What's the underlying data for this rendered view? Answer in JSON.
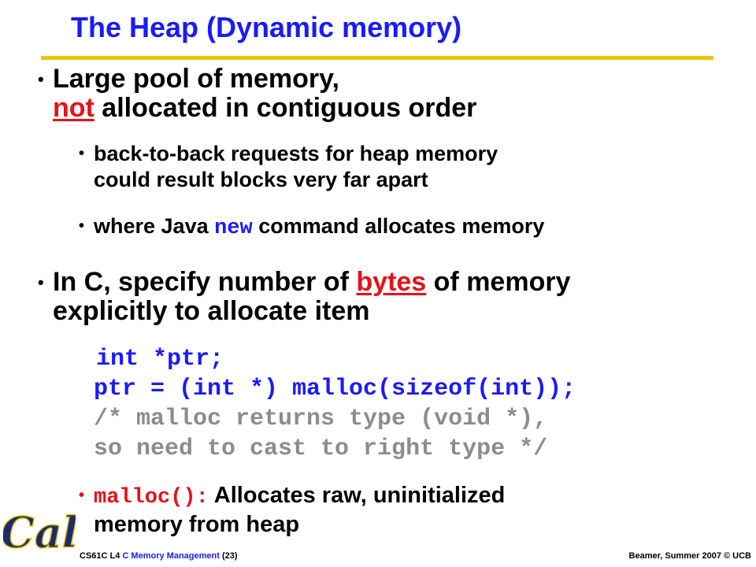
{
  "title": "The Heap (Dynamic memory)",
  "bullet1": {
    "line1": "Large pool of memory,",
    "line2_red": "not",
    "line2_rest": " allocated in contiguous order"
  },
  "sub1": {
    "line1": "back-to-back requests for heap memory",
    "line2": "could result blocks very far apart"
  },
  "sub2": {
    "pre": "where Java ",
    "code": "new",
    "post": " command allocates memory"
  },
  "bullet2": {
    "line1_pre": "In C, specify number of ",
    "line1_red": "bytes",
    "line1_post": " of memory",
    "line2": "explicitly to allocate item"
  },
  "code": {
    "line1": "int *ptr;",
    "line2": "ptr = (int *) malloc(sizeof(int));",
    "comment1": "/* malloc returns type (void *),",
    "comment2": "so need to cast to right type */"
  },
  "malloc_bullet": {
    "code": "malloc():",
    "text1": " Allocates raw, uninitialized",
    "text2": "memory from heap"
  },
  "footer": {
    "course": "CS61C L4",
    "topic": "C Memory Management",
    "page": "(23)",
    "author": "Beamer, Summer 2007 © UCB"
  },
  "logo": {
    "icon": "cal-logo-icon",
    "text": "Cal"
  },
  "colors": {
    "title": "#1a1aff",
    "rule": "#e8c60b",
    "red": "#e8101a",
    "comment": "#8c8c8c",
    "logo": "#1e2a6e"
  }
}
